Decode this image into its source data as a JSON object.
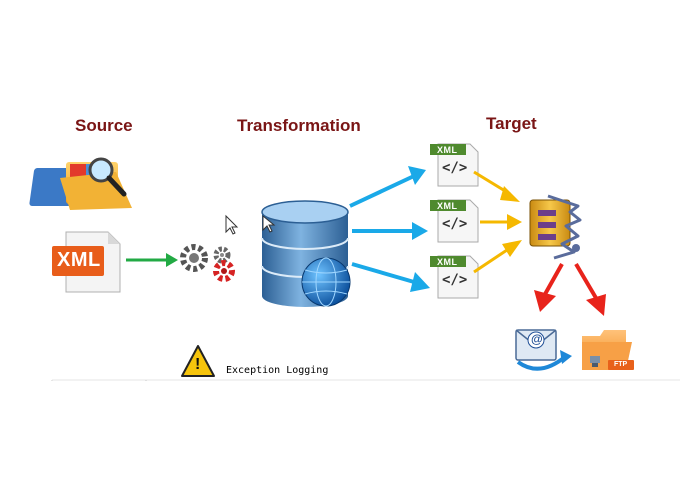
{
  "headings": {
    "source": "Source",
    "transformation": "Transformation",
    "target": "Target"
  },
  "source": {
    "xml_file_label": "XML"
  },
  "target_files": [
    {
      "label": "XML",
      "glyph": "</>"
    },
    {
      "label": "XML",
      "glyph": "</>"
    },
    {
      "label": "XML",
      "glyph": "</>"
    }
  ],
  "destinations": {
    "ftp_label": "FTP",
    "email_glyph": "@"
  },
  "exception": {
    "label": "Exception Logging",
    "warning_glyph": "!"
  },
  "colors": {
    "heading": "#7a1515",
    "arrow_green": "#22aa44",
    "arrow_blue": "#1aa9e8",
    "arrow_orange": "#f5b800",
    "arrow_red": "#e8231b",
    "xml_orange": "#e85d1a",
    "database_blue": "#3f7fb8"
  }
}
